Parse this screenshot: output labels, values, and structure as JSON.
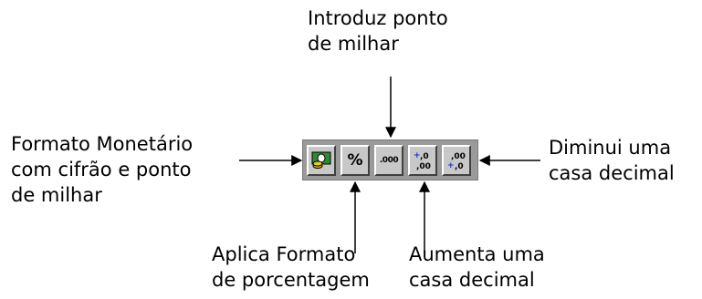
{
  "labels": {
    "thousands": "Introduz ponto\nde milhar",
    "currency": "Formato Monetário\ncom cifrão e ponto\nde milhar",
    "decrease_decimal": "Diminui uma\ncasa decimal",
    "percent": "Aplica Formato\nde porcentagem",
    "increase_decimal": "Aumenta uma\ncasa decimal"
  },
  "toolbar": {
    "buttons": [
      {
        "name": "currency-style",
        "icon": "currency-icon"
      },
      {
        "name": "percent-style",
        "icon": "percent-icon",
        "glyph": "%"
      },
      {
        "name": "comma-style",
        "icon": "thousands-separator-icon",
        "glyph": ".000"
      },
      {
        "name": "increase-decimal",
        "icon": "increase-decimal-icon"
      },
      {
        "name": "decrease-decimal",
        "icon": "decrease-decimal-icon"
      }
    ]
  },
  "colors": {
    "toolbar_bg": "#9a9a9a",
    "button_face": "#c8c8c8",
    "currency_icon_green": "#2e8b2e",
    "decimal_arrow_blue": "#1a2fc8"
  }
}
